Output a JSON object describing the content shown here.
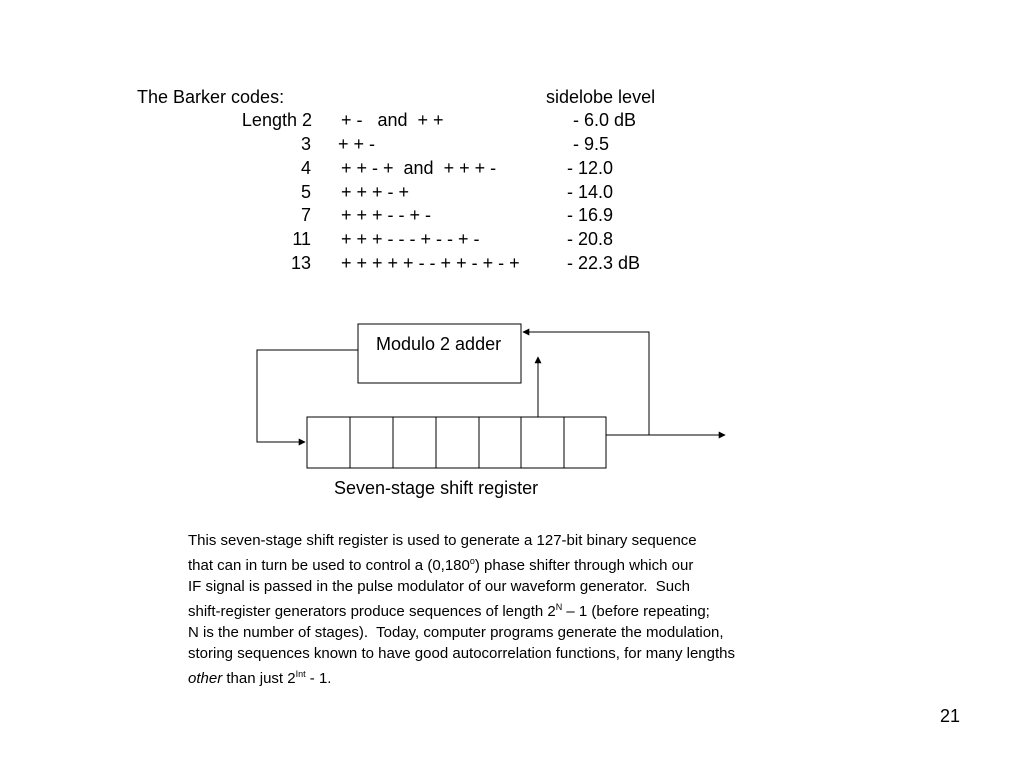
{
  "barker": {
    "heading": "The Barker codes:",
    "sidelobe_heading": "sidelobe level",
    "rows": [
      {
        "length": "Length 2",
        "code": "+ -   and  + +",
        "sidelobe": "- 6.0 dB"
      },
      {
        "length": "3",
        "code": "+ + -",
        "sidelobe": "- 9.5"
      },
      {
        "length": "4",
        "code": "+ + - +  and  + + + -",
        "sidelobe": "- 12.0"
      },
      {
        "length": "5",
        "code": "+ + + - +",
        "sidelobe": "- 14.0"
      },
      {
        "length": "7",
        "code": "+ + + - - + -",
        "sidelobe": "- 16.9"
      },
      {
        "length": "11",
        "code": "+ + + - - - + - - + -",
        "sidelobe": "- 20.8"
      },
      {
        "length": "13",
        "code": "+ + + + + - - + + - + - +",
        "sidelobe": "- 22.3 dB"
      }
    ]
  },
  "diagram": {
    "adder_label": "Modulo 2 adder",
    "register_label": "Seven-stage shift register",
    "stages": 7
  },
  "description": {
    "line1": "This seven-stage shift register is used to generate a 127-bit binary sequence",
    "line2_a": "that can in turn be used to control a (0,180",
    "line2_sup": "o",
    "line2_b": ") phase shifter through which our",
    "line3": "IF signal is passed in the pulse modulator of our waveform generator.  Such",
    "line4_a": "shift-register generators produce sequences of length 2",
    "line4_sup": "N",
    "line4_b": " – 1 (before repeating;",
    "line5": "N is the number of stages).  Today, computer programs generate the modulation,",
    "line6": "storing sequences known to have good autocorrelation functions, for many lengths",
    "line7_em": "other",
    "line7_a": " than just 2",
    "line7_sup": "Int",
    "line7_b": " - 1."
  },
  "page_number": "21"
}
